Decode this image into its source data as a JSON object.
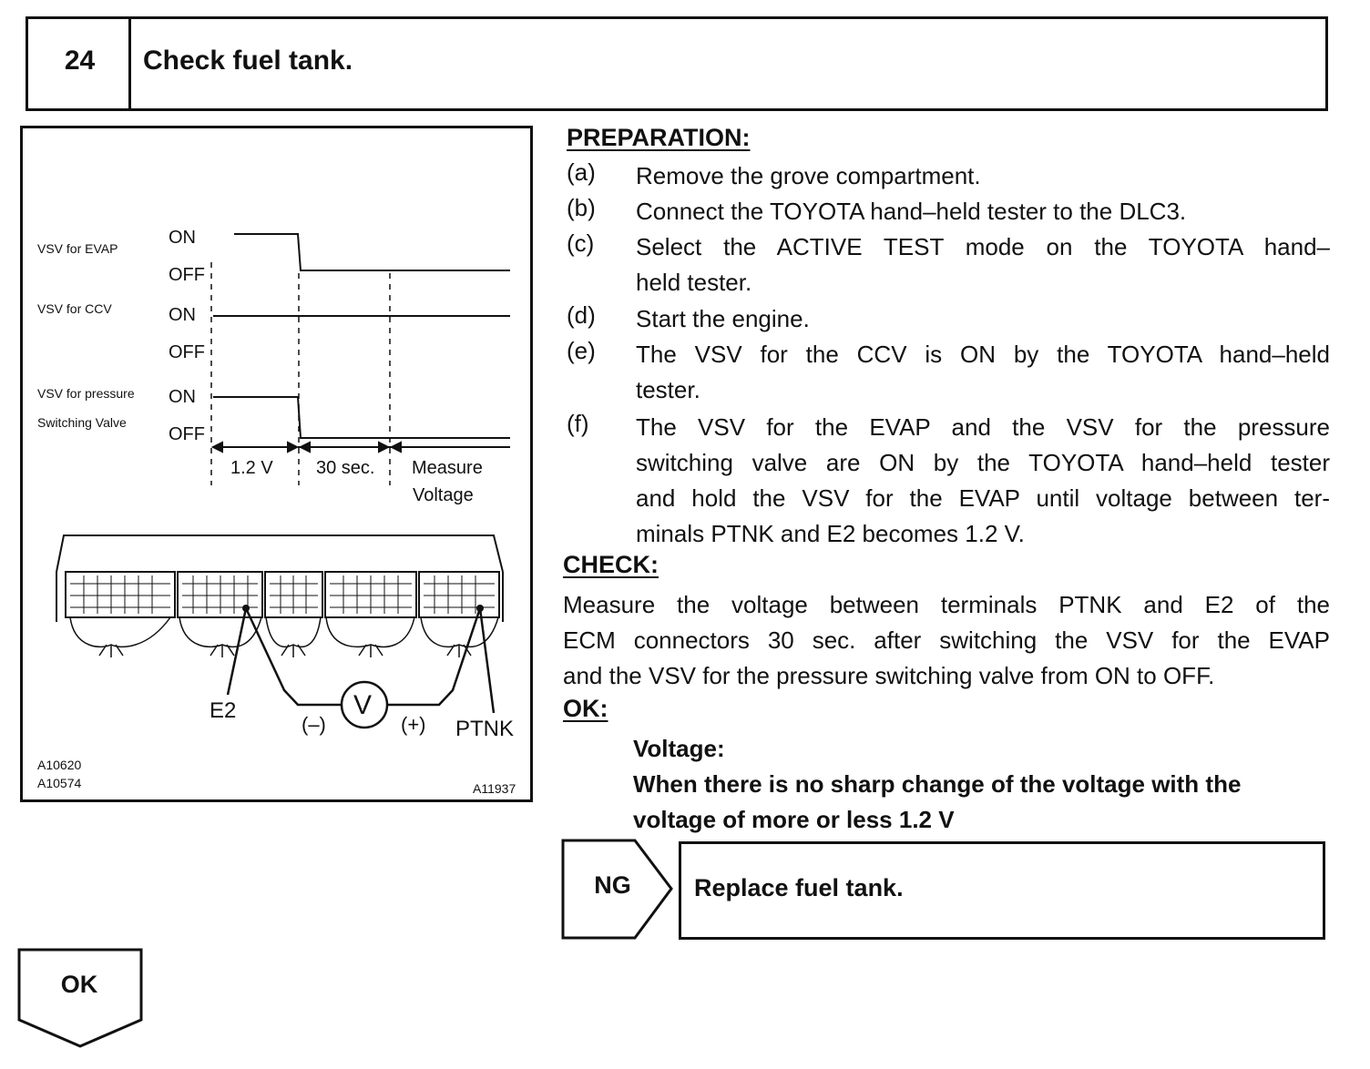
{
  "step": {
    "number": "24",
    "title": "Check fuel tank."
  },
  "figure": {
    "signals": [
      {
        "name": "VSV for EVAP",
        "on_label": "ON",
        "off_label": "OFF"
      },
      {
        "name": "VSV for CCV",
        "on_label": "ON",
        "off_label": "OFF"
      },
      {
        "name_line1": "VSV for pressure",
        "name_line2": "Switching Valve",
        "on_label": "ON",
        "off_label": "OFF"
      }
    ],
    "phases": [
      "1.2 V",
      "30 sec.",
      "Measure",
      "Voltage"
    ],
    "terminals": {
      "e2": "E2",
      "ptnk": "PTNK",
      "minus": "(–)",
      "plus": "(+)",
      "meter": "V"
    },
    "codes": [
      "A10620",
      "A10574",
      "A11937"
    ]
  },
  "preparation": {
    "heading": "PREPARATION:",
    "items": [
      {
        "letter": "(a)",
        "lines": [
          "Remove the grove compartment."
        ]
      },
      {
        "letter": "(b)",
        "lines": [
          "Connect the TOYOTA hand–held tester to the DLC3."
        ]
      },
      {
        "letter": "(c)",
        "lines": [
          "Select the ACTIVE TEST mode on the TOYOTA hand–",
          "held tester."
        ]
      },
      {
        "letter": "(d)",
        "lines": [
          "Start the engine."
        ]
      },
      {
        "letter": "(e)",
        "lines": [
          "The VSV for the CCV is ON by the TOYOTA hand–held",
          "tester."
        ]
      },
      {
        "letter": "(f)",
        "lines": [
          "The VSV for the EVAP and the VSV for the pressure",
          "switching valve are ON by the TOYOTA hand–held tester",
          "and hold the VSV for the EVAP until voltage between ter-",
          "minals PTNK and E2 becomes 1.2 V."
        ]
      }
    ]
  },
  "check": {
    "heading": "CHECK:",
    "lines": [
      "Measure the voltage between terminals PTNK and E2 of the",
      "ECM connectors 30 sec. after switching the VSV for the EVAP",
      "and the VSV for the pressure switching valve from ON to OFF."
    ]
  },
  "ok_criteria": {
    "heading": "OK:",
    "label": "Voltage:",
    "lines": [
      "When there is no sharp change of the voltage with the",
      "voltage of more or less 1.2 V"
    ]
  },
  "ng": {
    "label": "NG",
    "action": "Replace fuel tank."
  },
  "ok": {
    "label": "OK"
  }
}
